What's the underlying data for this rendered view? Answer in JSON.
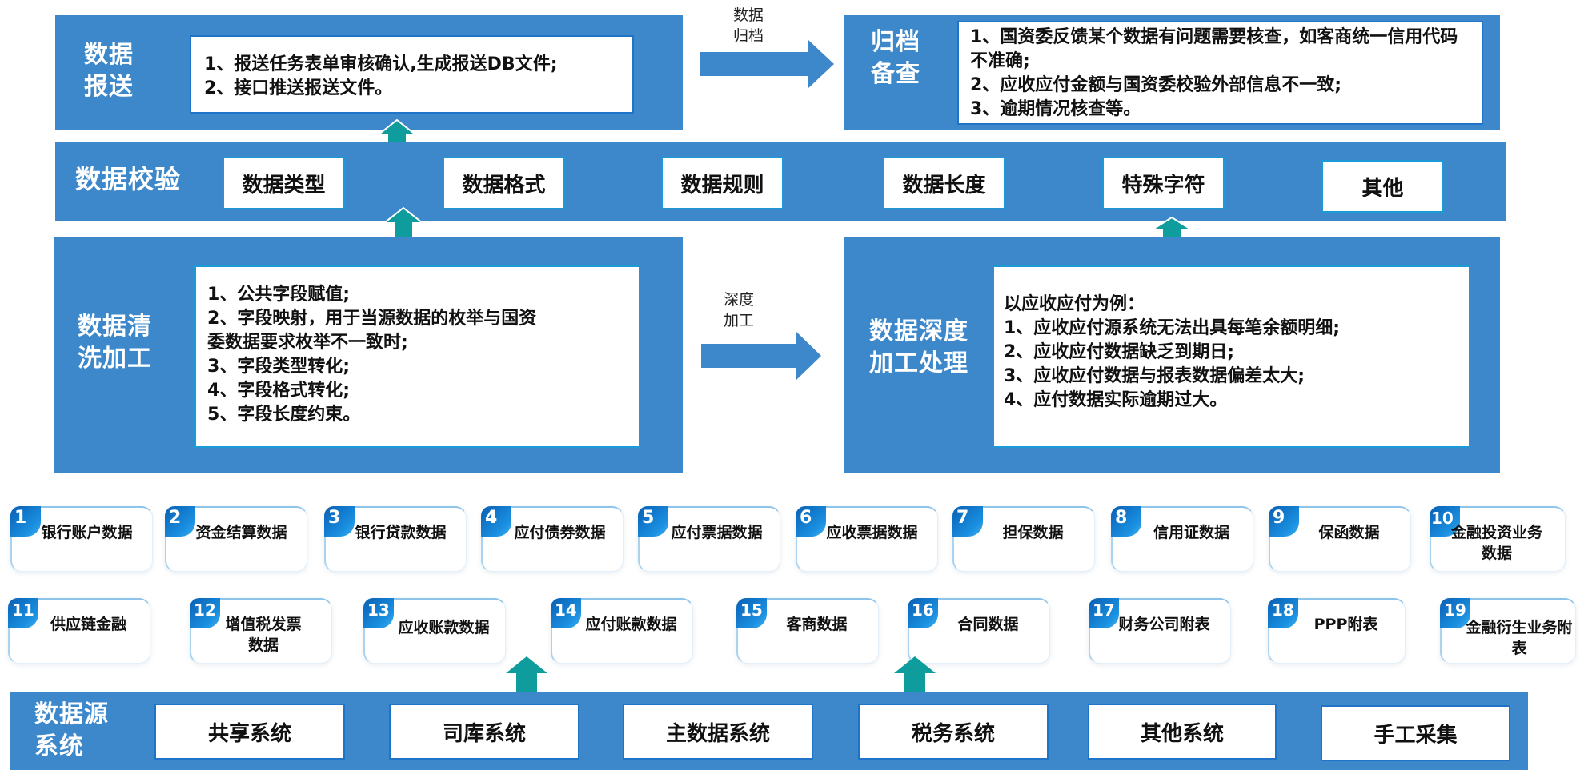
{
  "colors": {
    "panel_blue": "#3d88cb",
    "border_blue": "#1f74c8",
    "arrow_teal": "#0e9c9c",
    "badge_blue": "#1a8fe0"
  },
  "reporting": {
    "title_line1": "数据",
    "title_line2": "报送",
    "items": [
      "1、报送任务表单审核确认,生成报送DB文件;",
      "2、接口推送报送文件。"
    ]
  },
  "archive_arrow": {
    "line1": "数据",
    "line2": "归档"
  },
  "archive": {
    "title_line1": "归档",
    "title_line2": "备查",
    "items": [
      "1、国资委反馈某个数据有问题需要核查，如客商统一信用代码不准确;",
      "2、应收应付金额与国资委校验外部信息不一致;",
      "3、逾期情况核查等。"
    ]
  },
  "validation": {
    "title": "数据校验",
    "items": [
      "数据类型",
      "数据格式",
      "数据规则",
      "数据长度",
      "特殊字符",
      "其他"
    ]
  },
  "cleaning": {
    "title_line1": "数据清",
    "title_line2": "洗加工",
    "items": [
      "1、公共字段赋值;",
      "2、字段映射，用于当源数据的枚举与国资委数据要求枚举不一致时;",
      "3、字段类型转化;",
      "4、字段格式转化;",
      "5、字段长度约束。"
    ]
  },
  "deep_arrow": {
    "line1": "深度",
    "line2": "加工"
  },
  "deep": {
    "title_line1": "数据深度",
    "title_line2": "加工处理",
    "intro": "以应收应付为例：",
    "items": [
      "1、应收应付源系统无法出具每笔余额明细;",
      "2、应收应付数据缺乏到期日;",
      "3、应收应付数据与报表数据偏差太大;",
      "4、应付数据实际逾期过大。"
    ]
  },
  "data_cards": [
    {
      "num": "1",
      "label": "银行账户数据"
    },
    {
      "num": "2",
      "label": "资金结算数据"
    },
    {
      "num": "3",
      "label": "银行贷款数据"
    },
    {
      "num": "4",
      "label": "应付债券数据"
    },
    {
      "num": "5",
      "label": "应付票据数据"
    },
    {
      "num": "6",
      "label": "应收票据数据"
    },
    {
      "num": "7",
      "label": "担保数据"
    },
    {
      "num": "8",
      "label": "信用证数据"
    },
    {
      "num": "9",
      "label": "保函数据"
    },
    {
      "num": "10",
      "label": "金融投资业务数据"
    },
    {
      "num": "11",
      "label": "供应链金融"
    },
    {
      "num": "12",
      "label": "增值税发票数据"
    },
    {
      "num": "13",
      "label": "应收账款数据"
    },
    {
      "num": "14",
      "label": "应付账款数据"
    },
    {
      "num": "15",
      "label": "客商数据"
    },
    {
      "num": "16",
      "label": "合同数据"
    },
    {
      "num": "17",
      "label": "财务公司附表"
    },
    {
      "num": "18",
      "label": "PPP附表"
    },
    {
      "num": "19",
      "label": "金融衍生业务附表"
    }
  ],
  "sources": {
    "title_line1": "数据源",
    "title_line2": "系统",
    "items": [
      "共享系统",
      "司库系统",
      "主数据系统",
      "税务系统",
      "其他系统",
      "手工采集"
    ]
  }
}
